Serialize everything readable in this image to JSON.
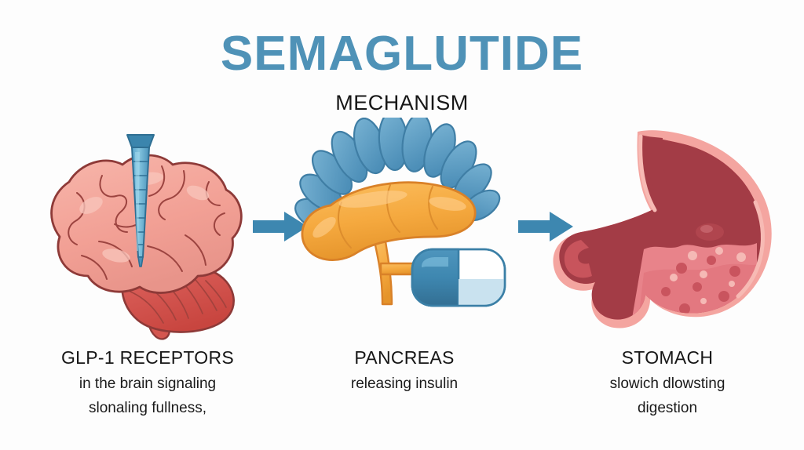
{
  "header": {
    "title": "SEMAGLUTIDE",
    "subtitle": "MECHANISM",
    "title_color": "#4f92b7",
    "subtitle_color": "#171717"
  },
  "panels": [
    {
      "id": "brain",
      "illustration": "brain-with-injection-pen",
      "caption_title": "GLP-1 RECEPTORS",
      "caption_line1": "in the brain signaling",
      "caption_line2": "slonaling fullness,",
      "colors": {
        "cortex": "#f3a79c",
        "cortex_shadow": "#e88f86",
        "cerebellum": "#d4564f",
        "outline": "#8e3a38",
        "pen_body": "#6bb3d6",
        "pen_dark": "#3b85ad"
      }
    },
    {
      "id": "pancreas",
      "illustration": "pancreas-with-capsule",
      "caption_title": "PANCREAS",
      "caption_line1": "releasing insulin",
      "caption_line2": "",
      "colors": {
        "pancreas": "#f5a93f",
        "pancreas_shadow": "#e08f2d",
        "pancreas_outline": "#d98128",
        "lobes": "#5b9dc4",
        "lobes_dark": "#3f85ae",
        "capsule_blue": "#3e87b0",
        "capsule_white": "#ffffff",
        "capsule_pale": "#c9e2ef"
      }
    },
    {
      "id": "stomach",
      "illustration": "stomach-cross-section",
      "caption_title": "STOMACH",
      "caption_line1": "slowich dlowsting",
      "caption_line2": "digestion",
      "colors": {
        "wall": "#f0928f",
        "wall_outer": "#f4a5a0",
        "lumen_dark": "#a33c46",
        "contents": "#e8838a",
        "contents_dark": "#c9545e",
        "speckle_light": "#f5b9b5",
        "speckle_dark": "#b8454f"
      }
    }
  ],
  "arrows": [
    {
      "id": "arrow-1",
      "direction": "right",
      "color": "#3d87b0"
    },
    {
      "id": "arrow-2",
      "direction": "right",
      "color": "#3d87b0"
    }
  ],
  "background": {
    "color": "#fdfdfd"
  }
}
